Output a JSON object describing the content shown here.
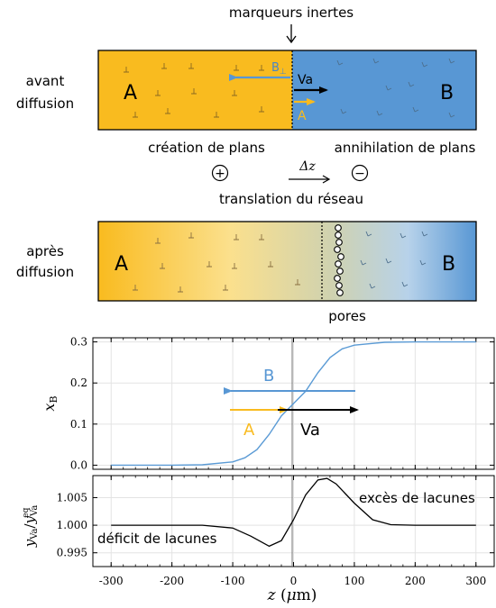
{
  "labels": {
    "markers": "marqueurs inertes",
    "before_line1": "avant",
    "before_line2": "diffusion",
    "after_line1": "après",
    "after_line2": "diffusion",
    "species_a": "A",
    "species_b": "B",
    "creation": "création de plans",
    "annihilation": "annihilation de plans",
    "delta_z": "Δz",
    "translation": "translation du réseau",
    "pores": "pores",
    "plus_symbol": "+",
    "minus_symbol": "−",
    "flux_b": "B",
    "flux_b_sub": "⊥",
    "flux_va": "Va",
    "flux_a": "A"
  },
  "colors": {
    "a": "#f9bb1f",
    "b": "#5897d4",
    "vacancy": "#000000"
  },
  "chart_data": [
    {
      "type": "line",
      "ylabel": "xB",
      "ylim": [
        -0.01,
        0.31
      ],
      "xlim": [
        -330,
        330
      ],
      "y_ticks": [
        "0.0",
        "0.1",
        "0.2",
        "0.3"
      ],
      "grid": true,
      "series": [
        {
          "x": [
            -300,
            -200,
            -150,
            -100,
            -80,
            -60,
            -40,
            -20,
            0,
            20,
            40,
            60,
            80,
            100,
            150,
            200,
            300
          ],
          "values": [
            0.0,
            0.0,
            0.001,
            0.008,
            0.018,
            0.038,
            0.075,
            0.12,
            0.15,
            0.18,
            0.225,
            0.262,
            0.283,
            0.292,
            0.299,
            0.3,
            0.3
          ]
        }
      ],
      "annotations": {
        "arrow_b": "B",
        "arrow_a": "A",
        "arrow_va": "Va"
      }
    },
    {
      "type": "line",
      "ylabel": "yVa / yVa^eq",
      "xlabel": "z (μm)",
      "ylim": [
        0.9925,
        1.009
      ],
      "xlim": [
        -330,
        330
      ],
      "y_ticks": [
        "0.995",
        "1.000",
        "1.005"
      ],
      "x_ticks": [
        "-300",
        "-200",
        "-100",
        "0",
        "100",
        "200",
        "300"
      ],
      "grid": true,
      "series": [
        {
          "x": [
            -300,
            -150,
            -100,
            -70,
            -40,
            -20,
            0,
            20,
            40,
            55,
            70,
            100,
            130,
            160,
            200,
            300
          ],
          "values": [
            1.0,
            1.0,
            0.9995,
            0.998,
            0.9962,
            0.9972,
            1.001,
            1.0055,
            1.0082,
            1.0085,
            1.0075,
            1.004,
            1.001,
            1.0001,
            1.0,
            1.0
          ]
        }
      ],
      "annotations": {
        "excess": "excès de lacunes",
        "deficit": "déficit de lacunes"
      }
    }
  ]
}
